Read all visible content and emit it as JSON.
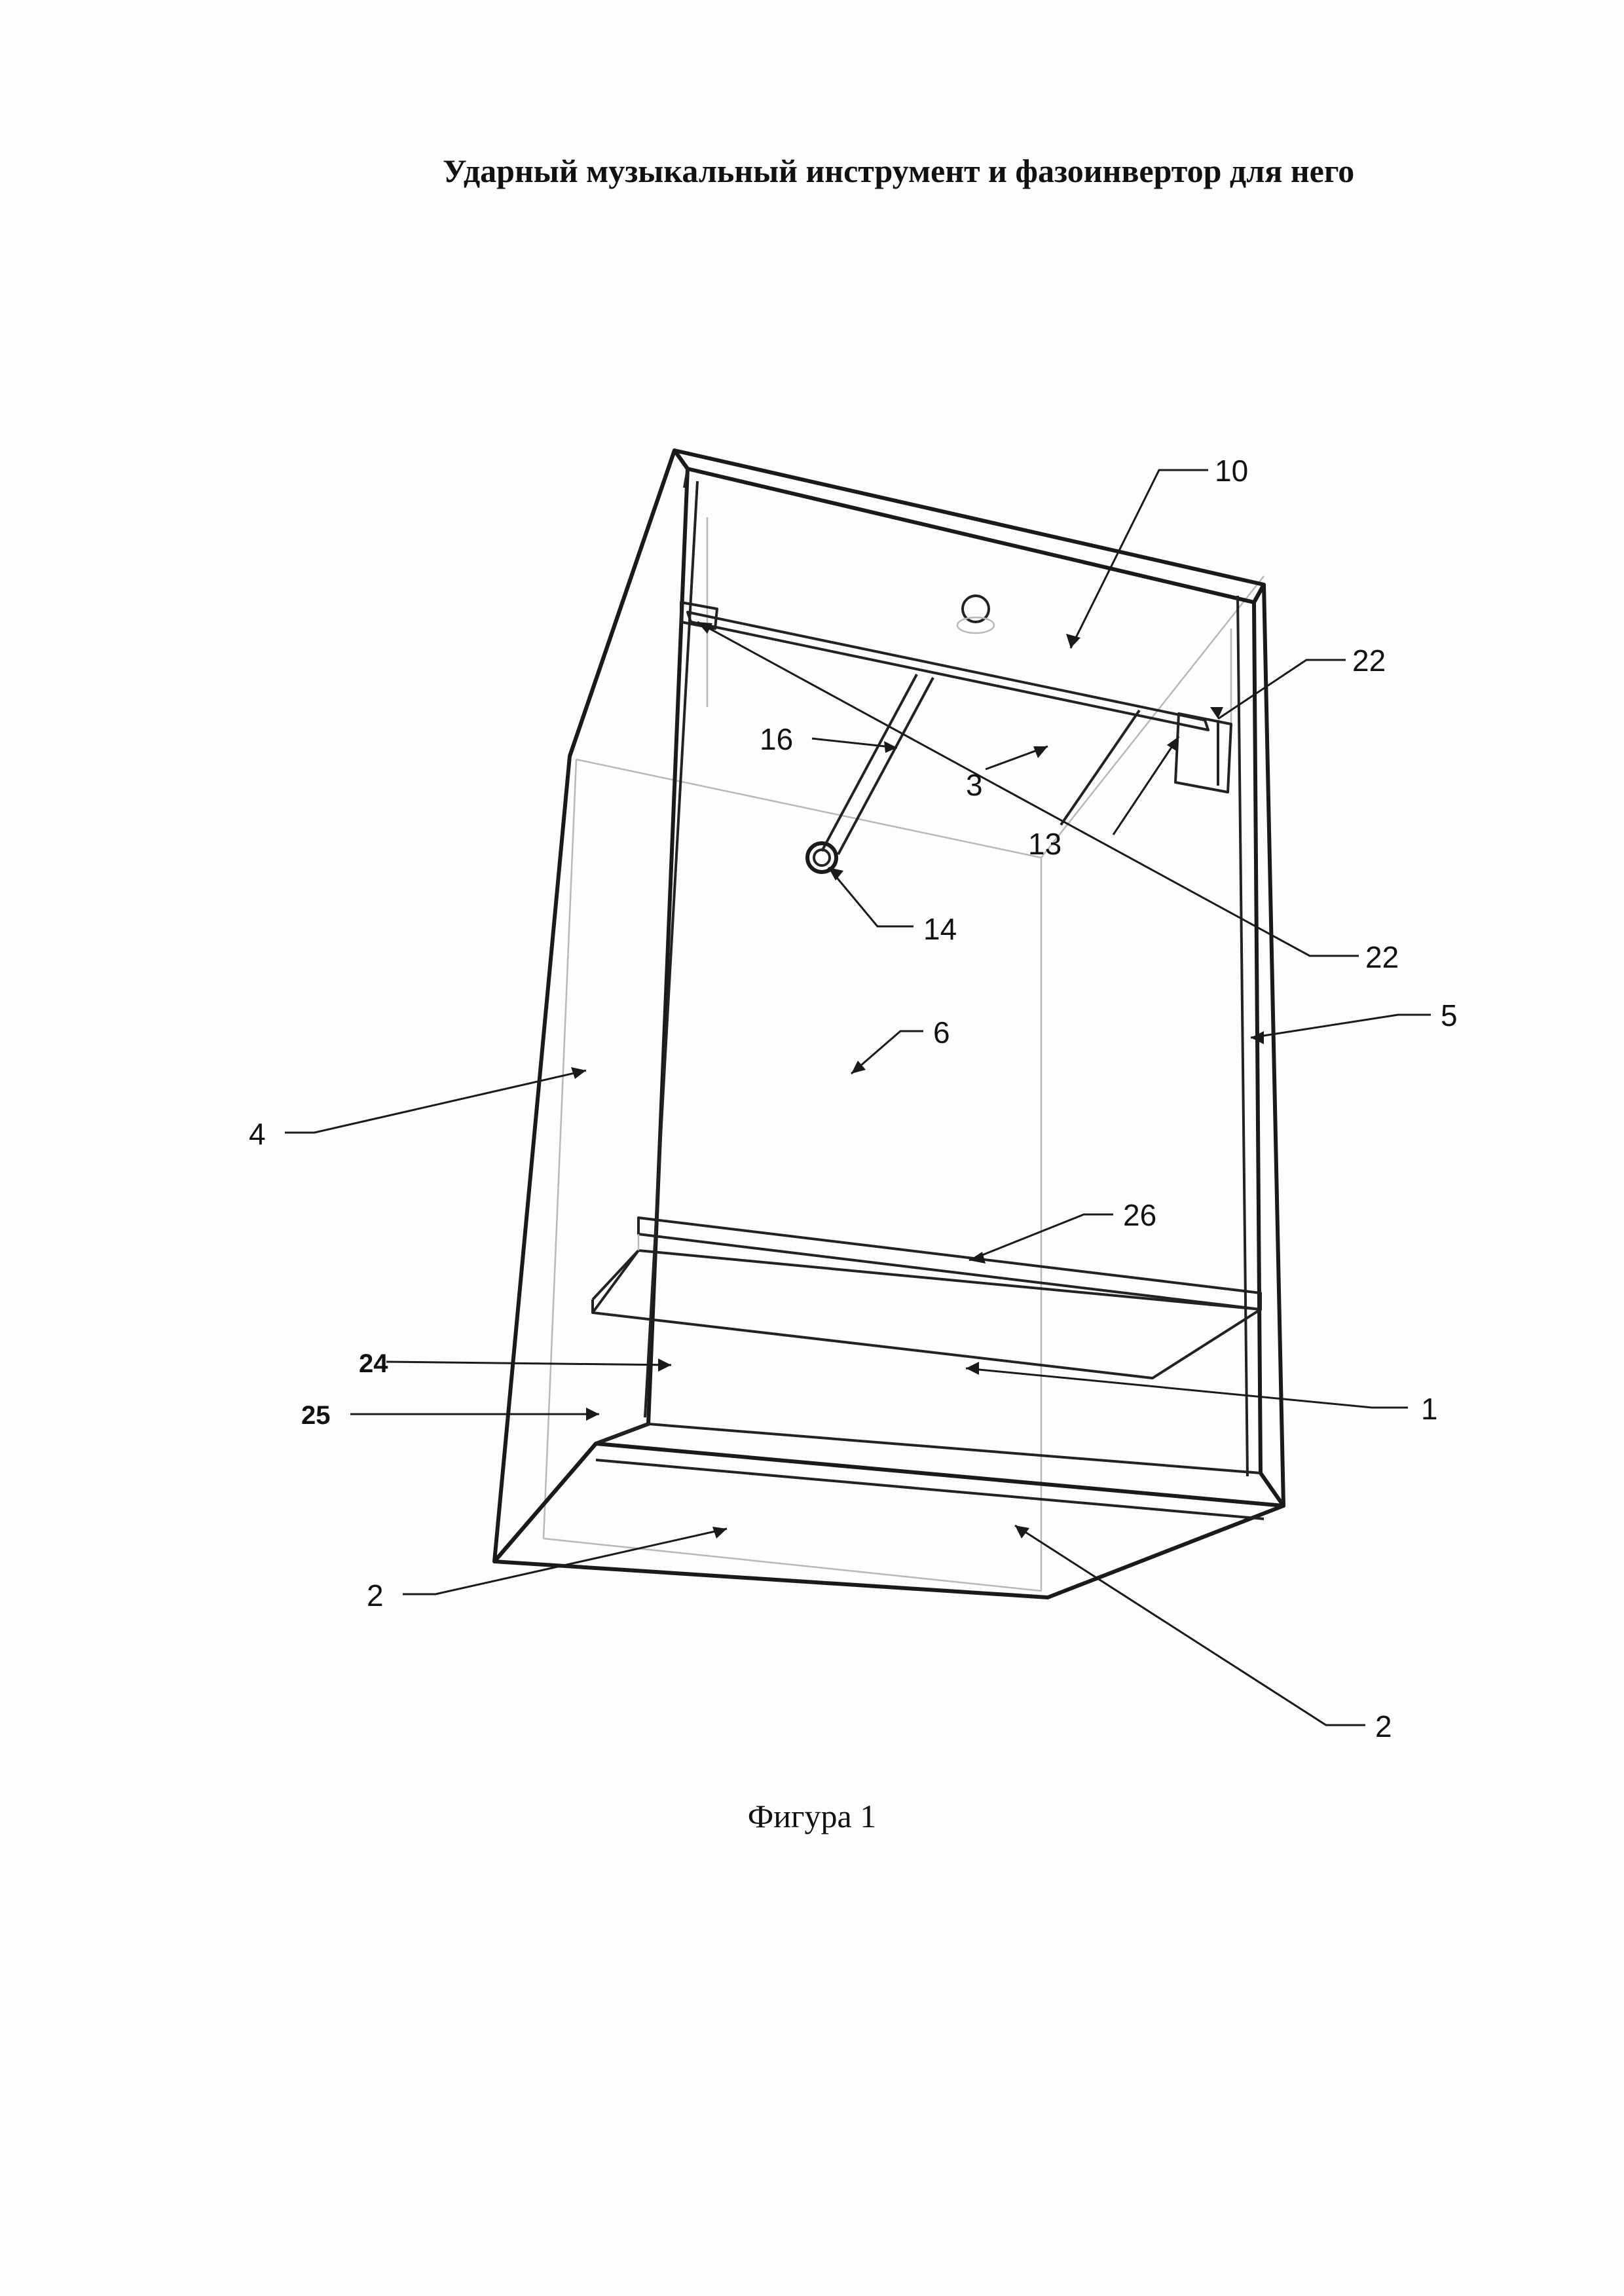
{
  "document": {
    "title": "Ударный музыкальный инструмент и фазоинвертор для него",
    "caption": "Фигура 1"
  },
  "references": {
    "r10": "10",
    "r22a": "22",
    "r16": "16",
    "r3": "3",
    "r13": "13",
    "r14": "14",
    "r22b": "22",
    "r5": "5",
    "r6": "6",
    "r4": "4",
    "r26": "26",
    "r24": "24",
    "r1": "1",
    "r25": "25",
    "r2a": "2",
    "r2b": "2"
  }
}
